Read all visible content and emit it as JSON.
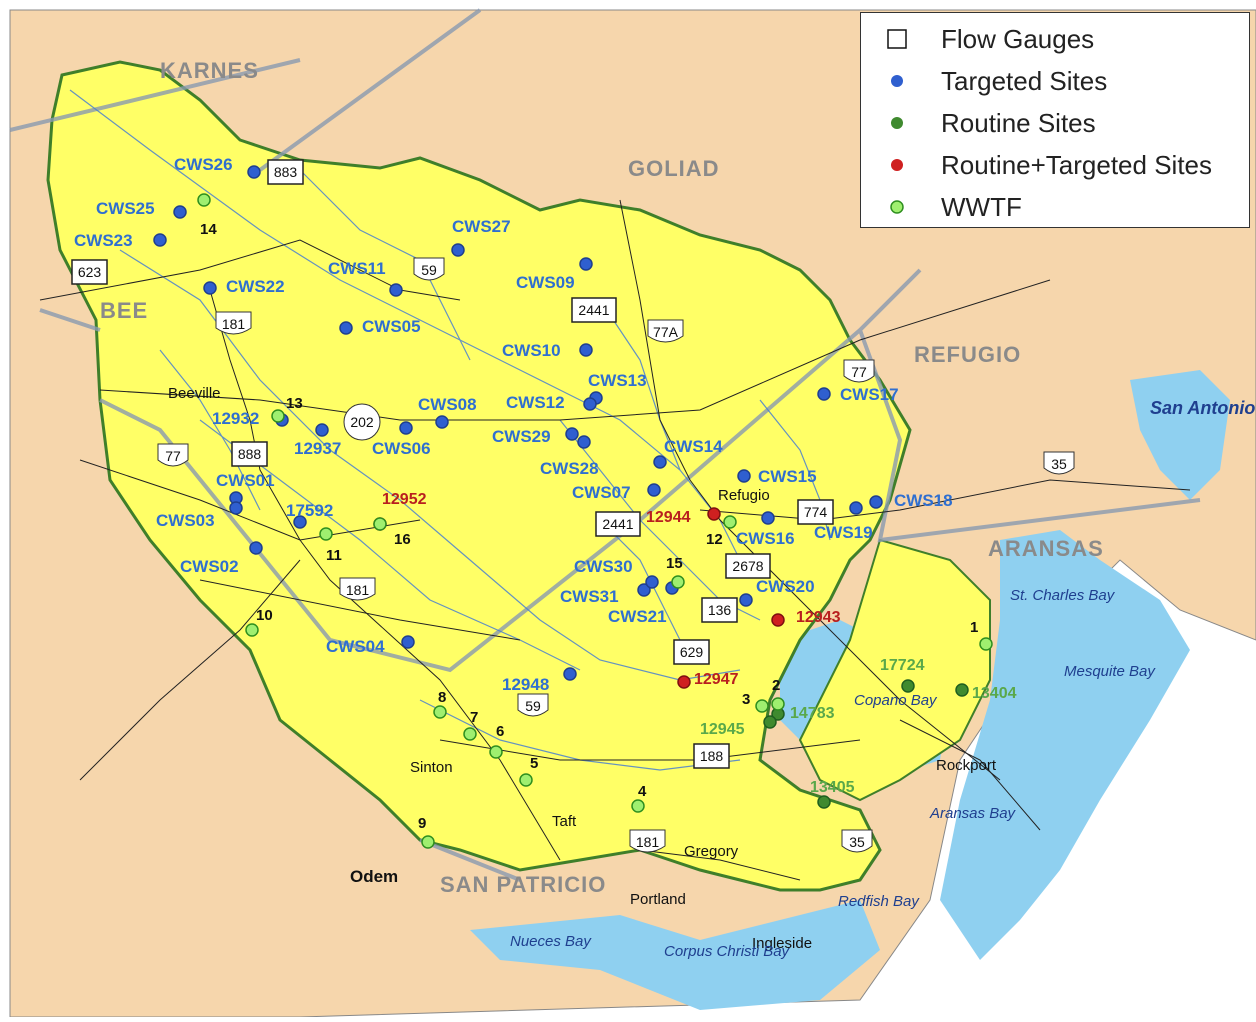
{
  "legend": {
    "items": [
      {
        "label": "Flow Gauges",
        "symbol": "square"
      },
      {
        "label": "Targeted Sites",
        "symbol": "dot",
        "color": "#2f5fcf"
      },
      {
        "label": "Routine Sites",
        "symbol": "dot",
        "color": "#3f8a2f"
      },
      {
        "label": "Routine+Targeted Sites",
        "symbol": "dot",
        "color": "#cf2020"
      },
      {
        "label": "WWTF",
        "symbol": "ring",
        "color": "#4fbf2f"
      }
    ]
  },
  "counties": {
    "karnes": "KARNES",
    "goliad": "GOLIAD",
    "bee": "BEE",
    "refugio": "REFUGIO",
    "aransas": "ARANSAS",
    "san_patricio": "SAN PATRICIO"
  },
  "towns": {
    "beeville": "Beeville",
    "refugio": "Refugio",
    "sinton": "Sinton",
    "taft": "Taft",
    "gregory": "Gregory",
    "odem": "Odem",
    "portland": "Portland",
    "ingleside": "Ingleside",
    "rockport": "Rockport"
  },
  "water": {
    "san_antonio_bay": "San Antonio Bay",
    "st_charles_bay": "St. Charles Bay",
    "mesquite_bay": "Mesquite Bay",
    "copano_bay": "Copano Bay",
    "aransas_bay": "Aransas Bay",
    "redfish_bay": "Redfish Bay",
    "nueces_bay": "Nueces Bay",
    "corpus_christi_bay": "Corpus Christi Bay"
  },
  "highways": [
    "883",
    "623",
    "181",
    "59",
    "888",
    "202",
    "2441",
    "77A",
    "77",
    "774",
    "35",
    "2678",
    "136",
    "629",
    "188",
    "181",
    "59",
    "181",
    "35",
    "77",
    "2441"
  ],
  "targeted_sites": [
    "CWS26",
    "CWS25",
    "CWS23",
    "CWS22",
    "CWS11",
    "CWS05",
    "CWS27",
    "CWS09",
    "CWS10",
    "CWS13",
    "CWS12",
    "CWS08",
    "CWS06",
    "CWS29",
    "CWS28",
    "CWS07",
    "CWS14",
    "CWS15",
    "CWS16",
    "CWS19",
    "CWS18",
    "CWS17",
    "CWS01",
    "CWS03",
    "CWS02",
    "CWS04",
    "CWS30",
    "CWS31",
    "CWS21",
    "CWS20",
    "12932",
    "12937",
    "17592",
    "12948"
  ],
  "routine_targeted_sites": [
    "12952",
    "12944",
    "12943",
    "12947"
  ],
  "routine_sites": [
    "17724",
    "13404",
    "14783",
    "12945",
    "13405"
  ],
  "wwtf_numbers": [
    "1",
    "2",
    "3",
    "4",
    "5",
    "6",
    "7",
    "8",
    "9",
    "10",
    "11",
    "12",
    "13",
    "14",
    "15",
    "16"
  ]
}
